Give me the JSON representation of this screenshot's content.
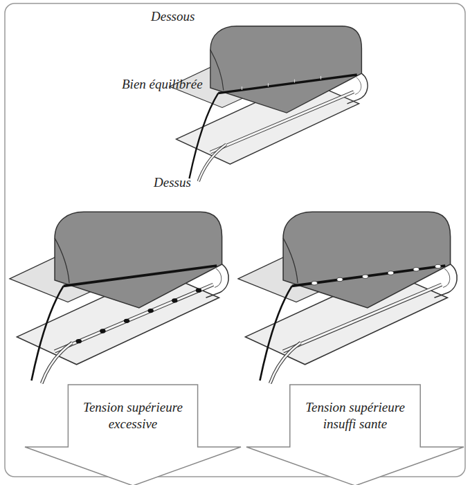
{
  "diagram": {
    "nodes": [
      {
        "text": [
          "Tension supérieure excessive"
        ]
      },
      {
        "text": [
          "Tension supérieure insuffi sante"
        ]
      }
    ],
    "labels": [
      "Dessous",
      "Bien équilibrée",
      "Dessus"
    ]
  }
}
